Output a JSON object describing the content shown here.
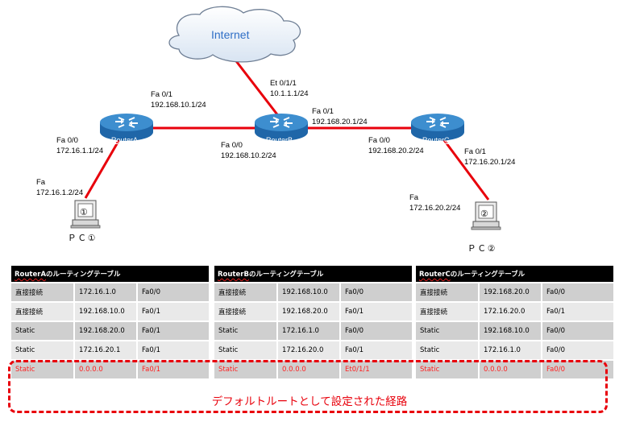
{
  "colors": {
    "link": "#e8000b",
    "default_route": "#ff2020",
    "router_top": "#3d8ecf",
    "router_body": "#1f66a8",
    "cloud_text": "#2f6fc6"
  },
  "internet": {
    "label": "Internet"
  },
  "routers": {
    "a": {
      "name": "RouterA"
    },
    "b": {
      "name": "RouterB"
    },
    "c": {
      "name": "RouterC"
    }
  },
  "pcs": {
    "pc1": {
      "screen": "①",
      "label": "ＰＣ①"
    },
    "pc2": {
      "screen": "②",
      "label": "ＰＣ②"
    }
  },
  "links": {
    "b_internet": {
      "if": "Et 0/1/1",
      "ip": "10.1.1.1/24"
    },
    "a_to_b": {
      "if": "Fa 0/1",
      "ip": "192.168.10.1/24"
    },
    "b_to_a": {
      "if": "Fa 0/0",
      "ip": "192.168.10.2/24"
    },
    "b_to_c": {
      "if": "Fa 0/1",
      "ip": "192.168.20.1/24"
    },
    "c_to_b": {
      "if": "Fa 0/0",
      "ip": "192.168.20.2/24"
    },
    "a_to_pc1": {
      "if": "Fa 0/0",
      "ip": "172.16.1.1/24"
    },
    "pc1": {
      "if": "Fa",
      "ip": "172.16.1.2/24"
    },
    "c_to_pc2": {
      "if": "Fa 0/1",
      "ip": "172.16.20.1/24"
    },
    "pc2": {
      "if": "Fa",
      "ip": "172.16.20.2/24"
    }
  },
  "tables": {
    "a": {
      "router": "RouterA",
      "title_suffix": "のルーティングテーブル",
      "rows": [
        [
          "直接接続",
          "172.16.1.0",
          "Fa0/0"
        ],
        [
          "直接接続",
          "192.168.10.0",
          "Fa0/1"
        ],
        [
          "Static",
          "192.168.20.0",
          "Fa0/1"
        ],
        [
          "Static",
          "172.16.20.1",
          "Fa0/1"
        ],
        [
          "Static",
          "0.0.0.0",
          "Fa0/1"
        ]
      ]
    },
    "b": {
      "router": "RouterB",
      "title_suffix": "のルーティングテーブル",
      "rows": [
        [
          "直接接続",
          "192.168.10.0",
          "Fa0/0"
        ],
        [
          "直接接続",
          "192.168.20.0",
          "Fa0/1"
        ],
        [
          "Static",
          "172.16.1.0",
          "Fa0/0"
        ],
        [
          "Static",
          "172.16.20.0",
          "Fa0/1"
        ],
        [
          "Static",
          "0.0.0.0",
          "Et0/1/1"
        ]
      ]
    },
    "c": {
      "router": "RouterC",
      "title_suffix": "のルーティングテーブル",
      "rows": [
        [
          "直接接続",
          "192.168.20.0",
          "Fa0/0"
        ],
        [
          "直接接続",
          "172.16.20.0",
          "Fa0/1"
        ],
        [
          "Static",
          "192.168.10.0",
          "Fa0/0"
        ],
        [
          "Static",
          "172.16.1.0",
          "Fa0/0"
        ],
        [
          "Static",
          "0.0.0.0",
          "Fa0/0"
        ]
      ]
    }
  },
  "default_route_note": "デフォルトルートとして設定された経路"
}
